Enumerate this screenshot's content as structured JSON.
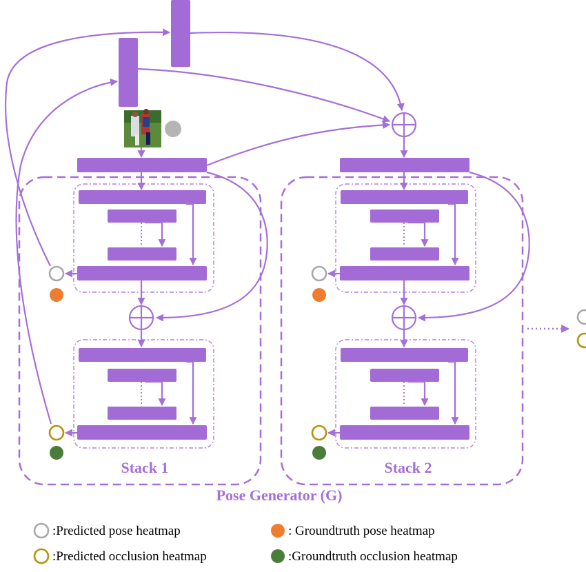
{
  "labels": {
    "stack1": "Stack 1",
    "stack2": "Stack 2",
    "generator": "Pose Generator (G)"
  },
  "legend": [
    {
      "marker": "open-circle-gray",
      "text": ":Predicted pose heatmap"
    },
    {
      "marker": "filled-circle-orange",
      "text": ": Groundtruth pose heatmap"
    },
    {
      "marker": "open-circle-gold",
      "text": ":Predicted occlusion heatmap"
    },
    {
      "marker": "filled-circle-green",
      "text": ":Groundtruth occlusion heatmap"
    }
  ],
  "colors": {
    "block": "#a36bd6",
    "line": "#a56fd8",
    "predicted_pose": "#a8a8a8",
    "groundtruth_pose": "#ee7d32",
    "predicted_occlusion": "#b8900a",
    "groundtruth_occlusion": "#4a7d39",
    "input_dot": "#b5b5b5"
  },
  "icons": [
    "input-image",
    "plus-circle-icon",
    "ellipsis-dots"
  ]
}
